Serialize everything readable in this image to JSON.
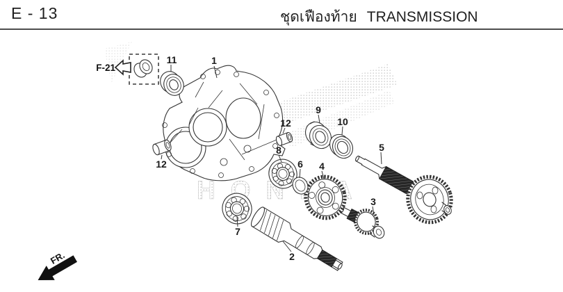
{
  "header": {
    "page_code": "E - 13",
    "title_thai": "ชุดเฟืองท้าย",
    "title_en": "TRANSMISSION"
  },
  "diagram": {
    "reference_label": "F-21",
    "front_label": "FR.",
    "watermark_text": "HONDA",
    "callouts": [
      {
        "label": "1"
      },
      {
        "label": "2"
      },
      {
        "label": "3"
      },
      {
        "label": "4"
      },
      {
        "label": "5"
      },
      {
        "label": "6"
      },
      {
        "label": "7"
      },
      {
        "label": "8"
      },
      {
        "label": "9"
      },
      {
        "label": "10"
      },
      {
        "label": "11"
      },
      {
        "label": "12"
      },
      {
        "label": "12"
      }
    ]
  },
  "colors": {
    "line": "#333333",
    "header_rule": "#4d4d4d",
    "text": "#1f1f1f",
    "watermark": "#cccccc",
    "front_arrow": "#111111"
  }
}
